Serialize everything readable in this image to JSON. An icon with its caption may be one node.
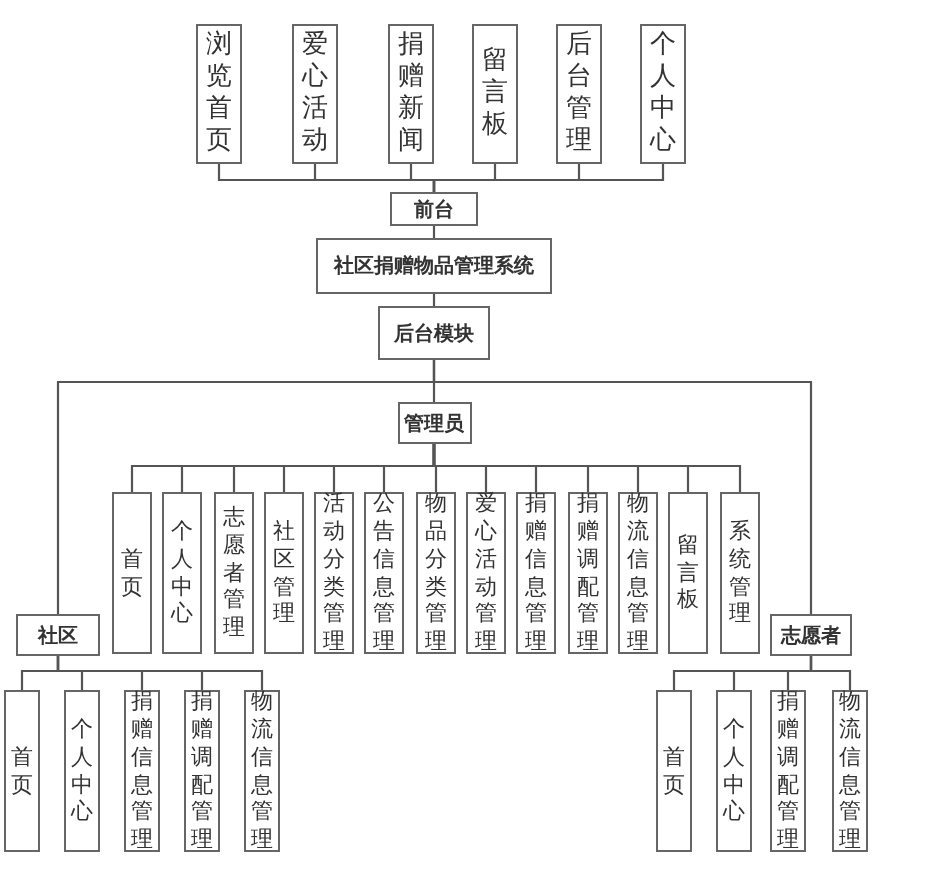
{
  "diagram": {
    "nodes": [
      {
        "text": [
          "浏览首页"
        ]
      },
      {
        "text": [
          "爱心活动"
        ]
      },
      {
        "text": [
          "捐赠新闻"
        ]
      },
      {
        "text": [
          "留言板"
        ]
      },
      {
        "text": [
          "后台管理"
        ]
      },
      {
        "text": [
          "个人中心"
        ]
      },
      {
        "text": [
          "前台"
        ]
      },
      {
        "text": [
          "社区捐赠物品管理系统"
        ]
      },
      {
        "text": [
          "后台模块"
        ]
      },
      {
        "text": [
          "管理员"
        ]
      },
      {
        "text": [
          "首页"
        ]
      },
      {
        "text": [
          "个人中心"
        ]
      },
      {
        "text": [
          "志愿者管理"
        ]
      },
      {
        "text": [
          "社区管理"
        ]
      },
      {
        "text": [
          "活动分类管理"
        ]
      },
      {
        "text": [
          "公告信息管理"
        ]
      },
      {
        "text": [
          "物品分类管理"
        ]
      },
      {
        "text": [
          "爱心活动管理"
        ]
      },
      {
        "text": [
          "捐赠信息管理"
        ]
      },
      {
        "text": [
          "捐赠调配管理"
        ]
      },
      {
        "text": [
          "物流信息管理"
        ]
      },
      {
        "text": [
          "留言板"
        ]
      },
      {
        "text": [
          "系统管理"
        ]
      },
      {
        "text": [
          "社区"
        ]
      },
      {
        "text": [
          "首页"
        ]
      },
      {
        "text": [
          "个人中心"
        ]
      },
      {
        "text": [
          "捐赠信息管理"
        ]
      },
      {
        "text": [
          "捐赠调配管理"
        ]
      },
      {
        "text": [
          "物流信息管理"
        ]
      },
      {
        "text": [
          "志愿者"
        ]
      },
      {
        "text": [
          "首页"
        ]
      },
      {
        "text": [
          "个人中心"
        ]
      },
      {
        "text": [
          "捐赠调配管理"
        ]
      },
      {
        "text": [
          "物流信息管理"
        ]
      }
    ],
    "edges": [
      {
        "from": 6,
        "to": 0,
        "arrow": "none"
      },
      {
        "from": 6,
        "to": 1,
        "arrow": "none"
      },
      {
        "from": 6,
        "to": 2,
        "arrow": "none"
      },
      {
        "from": 6,
        "to": 3,
        "arrow": "none"
      },
      {
        "from": 6,
        "to": 4,
        "arrow": "none"
      },
      {
        "from": 6,
        "to": 5,
        "arrow": "none"
      },
      {
        "from": 6,
        "to": 7,
        "arrow": "none"
      },
      {
        "from": 7,
        "to": 8,
        "arrow": "none"
      },
      {
        "from": 8,
        "to": 9,
        "arrow": "none"
      },
      {
        "from": 8,
        "to": 23,
        "arrow": "none"
      },
      {
        "from": 8,
        "to": 29,
        "arrow": "none"
      },
      {
        "from": 9,
        "to": 10,
        "arrow": "none"
      },
      {
        "from": 9,
        "to": 11,
        "arrow": "none"
      },
      {
        "from": 9,
        "to": 12,
        "arrow": "none"
      },
      {
        "from": 9,
        "to": 13,
        "arrow": "none"
      },
      {
        "from": 9,
        "to": 14,
        "arrow": "none"
      },
      {
        "from": 9,
        "to": 15,
        "arrow": "none"
      },
      {
        "from": 9,
        "to": 16,
        "arrow": "none"
      },
      {
        "from": 9,
        "to": 17,
        "arrow": "none"
      },
      {
        "from": 9,
        "to": 18,
        "arrow": "none"
      },
      {
        "from": 9,
        "to": 19,
        "arrow": "none"
      },
      {
        "from": 9,
        "to": 20,
        "arrow": "none"
      },
      {
        "from": 9,
        "to": 21,
        "arrow": "none"
      },
      {
        "from": 9,
        "to": 22,
        "arrow": "none"
      },
      {
        "from": 23,
        "to": 24,
        "arrow": "none"
      },
      {
        "from": 23,
        "to": 25,
        "arrow": "none"
      },
      {
        "from": 23,
        "to": 26,
        "arrow": "none"
      },
      {
        "from": 23,
        "to": 27,
        "arrow": "none"
      },
      {
        "from": 23,
        "to": 28,
        "arrow": "none"
      },
      {
        "from": 29,
        "to": 30,
        "arrow": "none"
      },
      {
        "from": 29,
        "to": 31,
        "arrow": "none"
      },
      {
        "from": 29,
        "to": 32,
        "arrow": "none"
      },
      {
        "from": 29,
        "to": 33,
        "arrow": "none"
      }
    ]
  }
}
